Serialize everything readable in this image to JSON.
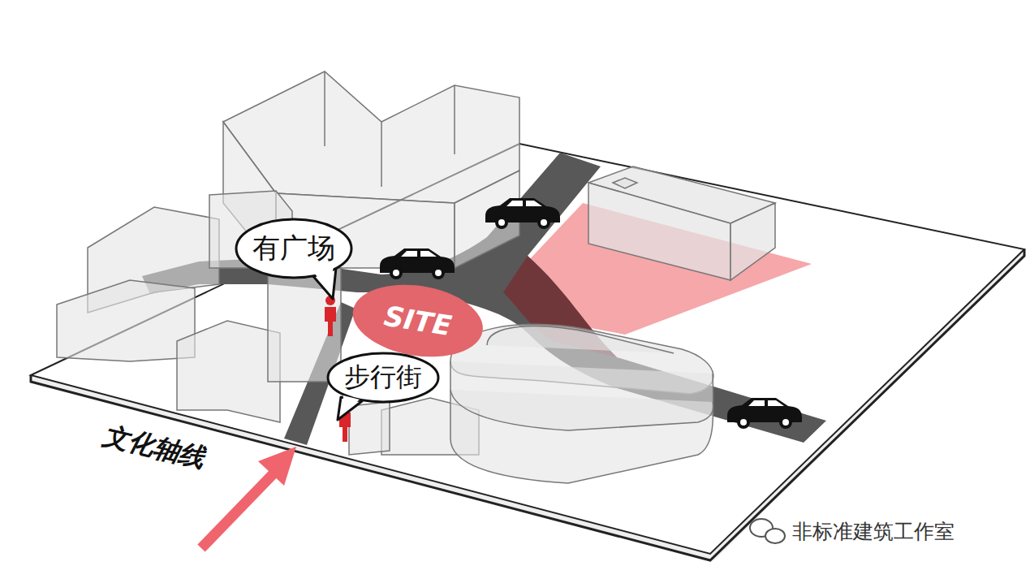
{
  "diagram": {
    "nodes": [
      {
        "text": [
          "有广场"
        ]
      },
      {
        "text": [
          "SITE"
        ]
      },
      {
        "text": [
          "步行街"
        ]
      }
    ],
    "labels": [
      "文化轴线",
      "非标准建筑工作室"
    ]
  }
}
